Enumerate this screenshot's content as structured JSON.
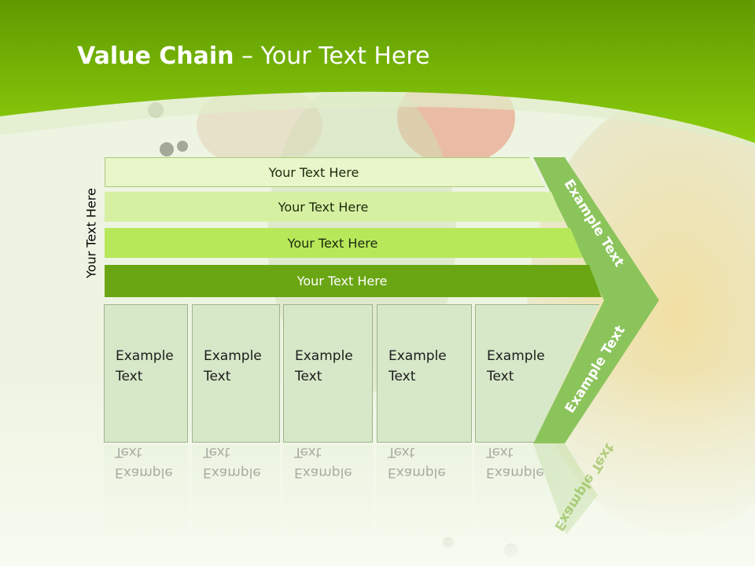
{
  "slide": {
    "title_bold": "Value Chain",
    "title_rest": " – Your Text Here",
    "side_label": "Your Text Here",
    "bars": [
      "Your Text Here",
      "Your Text Here",
      "Your Text Here",
      "Your Text Here"
    ],
    "boxes": [
      {
        "line1": "Example",
        "line2": "Text"
      },
      {
        "line1": "Example",
        "line2": "Text"
      },
      {
        "line1": "Example",
        "line2": "Text"
      },
      {
        "line1": "Example",
        "line2": "Text"
      },
      {
        "line1": "Example",
        "line2": "Text"
      }
    ],
    "chevron_top": "Example Text",
    "chevron_bottom": "Example Text"
  },
  "colors": {
    "header_green": "#79c000",
    "chevron_green": "#8cc45c",
    "box_fill": "#d6e8c8"
  }
}
